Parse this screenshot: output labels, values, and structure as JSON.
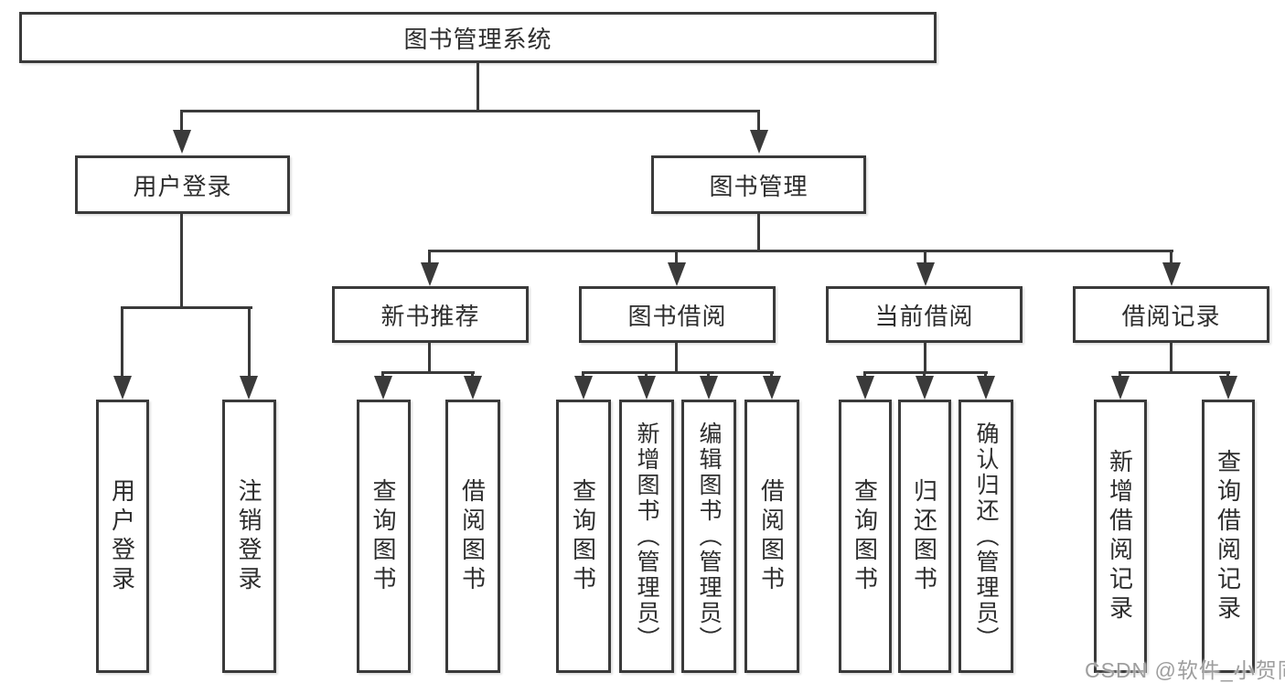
{
  "tree": {
    "label": "图书管理系统",
    "children": [
      {
        "label": "用户登录",
        "children": [
          {
            "label": "用户登录"
          },
          {
            "label": "注销登录"
          }
        ]
      },
      {
        "label": "图书管理",
        "children": [
          {
            "label": "新书推荐",
            "children": [
              {
                "label": "查询图书"
              },
              {
                "label": "借阅图书"
              }
            ]
          },
          {
            "label": "图书借阅",
            "children": [
              {
                "label": "查询图书"
              },
              {
                "label": "新增图书（管理员）"
              },
              {
                "label": "编辑图书（管理员）"
              },
              {
                "label": "借阅图书"
              }
            ]
          },
          {
            "label": "当前借阅",
            "children": [
              {
                "label": "查询图书"
              },
              {
                "label": "归还图书"
              },
              {
                "label": "确认归还（管理员）"
              }
            ]
          },
          {
            "label": "借阅记录",
            "children": [
              {
                "label": "新增借阅记录"
              },
              {
                "label": "查询借阅记录"
              }
            ]
          }
        ]
      }
    ]
  },
  "watermark": {
    "text": "CSDN @软件_小贺同学"
  },
  "colors": {
    "line": "#3a3a3a",
    "text": "#2d2d2d",
    "background": "#ffffff",
    "watermark": "#9e9e9e"
  }
}
